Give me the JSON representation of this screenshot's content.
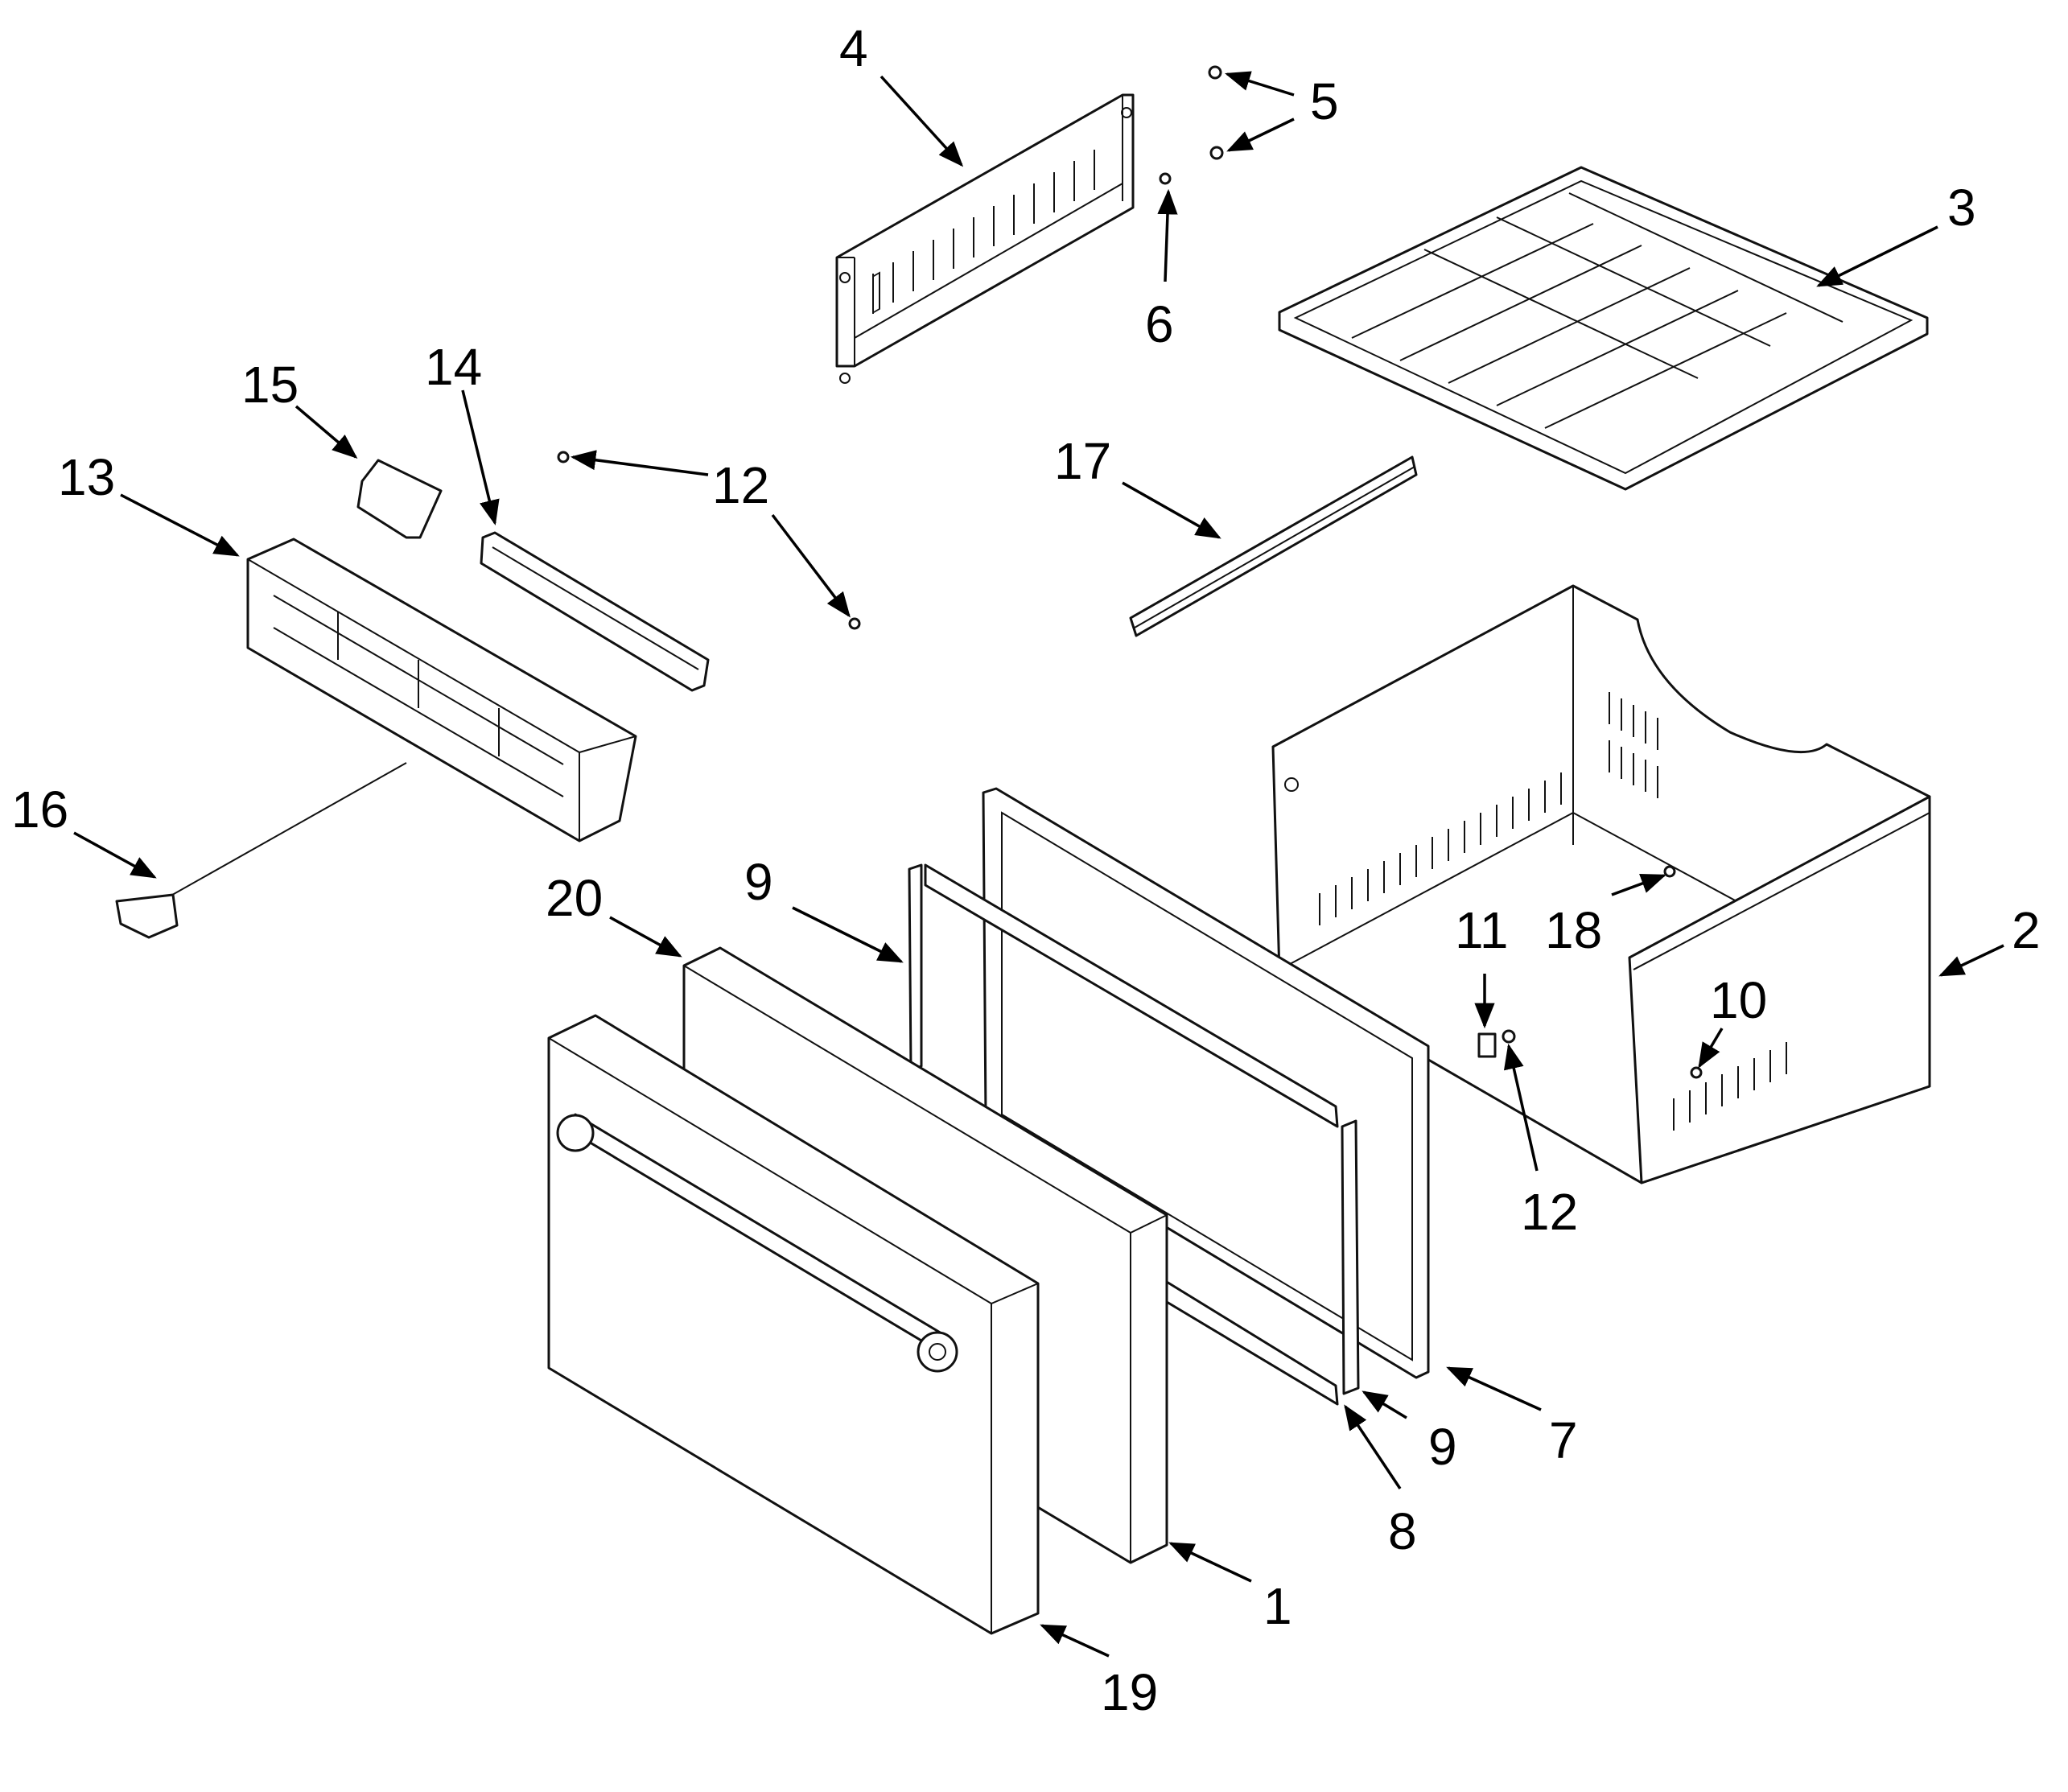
{
  "callouts": [
    {
      "id": "c4",
      "text": "4"
    },
    {
      "id": "c5",
      "text": "5"
    },
    {
      "id": "c3",
      "text": "3"
    },
    {
      "id": "c6",
      "text": "6"
    },
    {
      "id": "c15",
      "text": "15"
    },
    {
      "id": "c14",
      "text": "14"
    },
    {
      "id": "c12a",
      "text": "12"
    },
    {
      "id": "c13",
      "text": "13"
    },
    {
      "id": "c17",
      "text": "17"
    },
    {
      "id": "c16",
      "text": "16"
    },
    {
      "id": "c9a",
      "text": "9"
    },
    {
      "id": "c20",
      "text": "20"
    },
    {
      "id": "c11",
      "text": "11"
    },
    {
      "id": "c18",
      "text": "18"
    },
    {
      "id": "c2",
      "text": "2"
    },
    {
      "id": "c10",
      "text": "10"
    },
    {
      "id": "c12b",
      "text": "12"
    },
    {
      "id": "c9b",
      "text": "9"
    },
    {
      "id": "c7",
      "text": "7"
    },
    {
      "id": "c8",
      "text": "8"
    },
    {
      "id": "c1",
      "text": "1"
    },
    {
      "id": "c19",
      "text": "19"
    }
  ]
}
